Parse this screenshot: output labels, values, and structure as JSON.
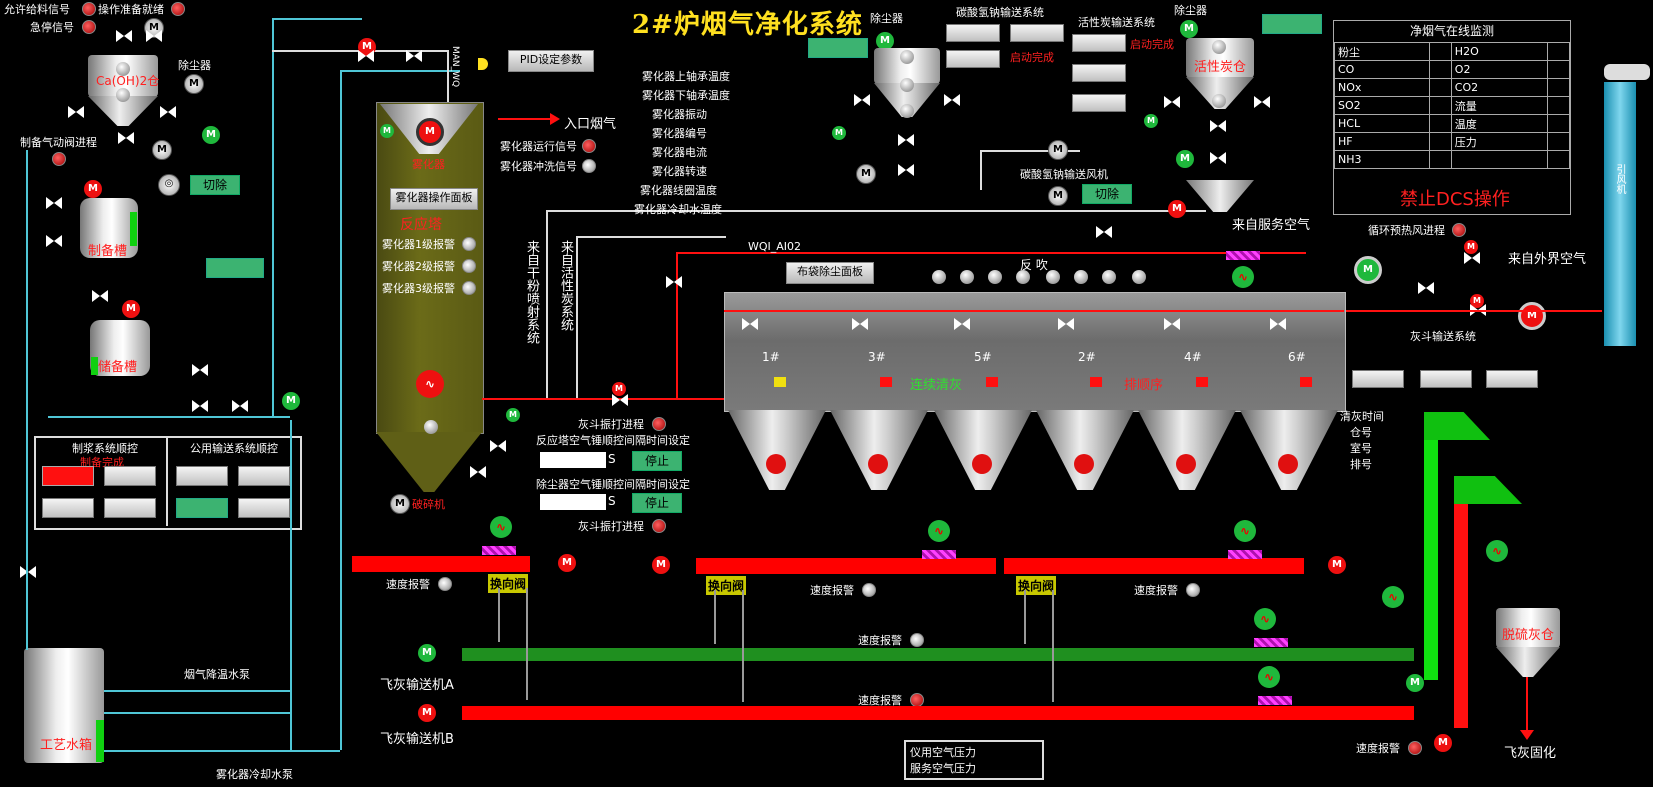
{
  "title": "2#炉烟气净化系统",
  "top_left": {
    "allow_feed": "允许给料信号",
    "op_ready": "操作准备就绪",
    "emergency": "急停信号",
    "caoh2": "Ca(OH)2仓",
    "dust_collector": "除尘器",
    "prep_gas_valve": "制备气动阀进程",
    "cutoff": "切除",
    "prep_tank": "制备槽",
    "storage_tank": "储备槽",
    "process_water": "工艺水箱",
    "flue_cool_pump": "烟气降温水泵",
    "atomizer_cool_pump": "雾化器冷却水泵",
    "slurry_seq": "制浆系统顺控",
    "slurry_done": "制备完成",
    "public_seq": "公用输送系统顺控"
  },
  "reactor": {
    "manual": "MAN_WQ",
    "pid_btn": "PID设定参数",
    "inlet": "入口烟气",
    "atomizer": "雾化器",
    "panel_btn": "雾化器操作面板",
    "tower": "反应塔",
    "alarm1": "雾化器1级报警",
    "alarm2": "雾化器2级报警",
    "alarm3": "雾化器3级报警",
    "run_signal": "雾化器运行信号",
    "flush_signal": "雾化器冲洗信号",
    "crusher": "破碎机",
    "dry_powder": "来自干粉喷射系统",
    "active_carbon_sys": "来自活性炭系统"
  },
  "atomizer_params": [
    "雾化器上轴承温度",
    "雾化器下轴承温度",
    "雾化器振动",
    "雾化器编号",
    "雾化器电流",
    "雾化器转速",
    "雾化器线圈温度",
    "雾化器冷却水温度"
  ],
  "top_mid": {
    "dust_collector": "除尘器",
    "nahco3": "碳酸氢钠输送系统",
    "start_done": "启动完成",
    "carbon_transport": "活性炭输送系统",
    "start_done2": "启动完成",
    "dust_collector2": "除尘器",
    "carbon_silo": "活性炭仓",
    "fan": "碳酸氢钠输送风机",
    "cutoff": "切除",
    "service_air": "来自服务空气"
  },
  "monitor": {
    "title": "净烟气在线监测",
    "rows": [
      [
        "粉尘",
        "H2O"
      ],
      [
        "CO",
        "O2"
      ],
      [
        "NOx",
        "CO2"
      ],
      [
        "SO2",
        "流量"
      ],
      [
        "HCL",
        "温度"
      ],
      [
        "HF",
        "压力"
      ],
      [
        "NH3",
        ""
      ]
    ],
    "forbid": "禁止DCS操作"
  },
  "baghouse": {
    "wqi": "WQI_AI02",
    "panel_btn": "布袋除尘面板",
    "reverse_blow": "反   吹",
    "preheat": "循环预热风进程",
    "outside_air": "来自外界空气",
    "ash_transport": "灰斗输送系统",
    "cells": [
      "1#",
      "3#",
      "5#",
      "2#",
      "4#",
      "6#"
    ],
    "cont_clean": "连续清灰",
    "row_seq": "排顺序",
    "chimney": "引风机",
    "clean_time": "清灰时间",
    "bin_no": "仓号",
    "chamber_no": "室号",
    "row_no": "排号"
  },
  "hammer": {
    "hopper_process": "灰斗振打进程",
    "tower_interval": "反应塔空气锤顺控间隔时间设定",
    "dust_interval": "除尘器空气锤顺控间隔时间设定",
    "unit": "S",
    "stop": "停止",
    "hopper_process2": "灰斗振打进程"
  },
  "bottom": {
    "speed_alarm": "速度报警",
    "switch_valve": "换向阀",
    "conveyor_a": "飞灰输送机A",
    "conveyor_b": "飞灰输送机B",
    "desulf_silo": "脱硫灰仓",
    "fly_ash_solid": "飞灰固化",
    "inst_air": "仪用空气压力",
    "service_air_p": "服务空气压力"
  },
  "colors": {
    "red": "#ff1010",
    "green": "#1fb83c",
    "cyan": "#4fc6d6",
    "yellow": "#ffe020"
  }
}
